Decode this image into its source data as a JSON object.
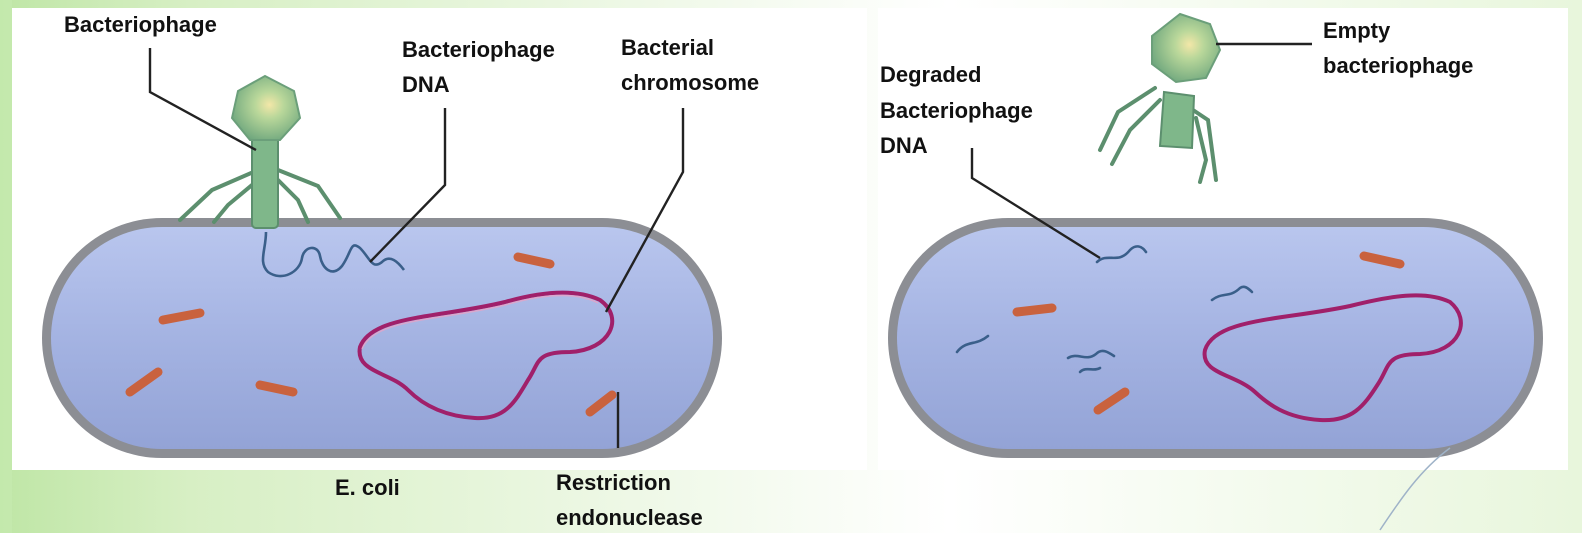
{
  "labels": {
    "bacteriophage": "Bacteriophage",
    "phage_dna_1": "Bacteriophage",
    "phage_dna_2": "DNA",
    "chromosome_1": "Bacterial",
    "chromosome_2": "chromosome",
    "ecoli": "E. coli",
    "restriction_1": "Restriction",
    "restriction_2": "endonuclease",
    "degraded_1": "Degraded",
    "degraded_2": "Bacteriophage",
    "degraded_3": "DNA",
    "empty_1": "Empty",
    "empty_2": "bacteriophage"
  },
  "colors": {
    "cell_fill": "#a6b4e2",
    "cell_border": "#8a8c92",
    "phage": "#7fb78a",
    "chromosome": "#a0206a",
    "enzyme": "#c9623e",
    "dna": "#3a5f8a"
  }
}
